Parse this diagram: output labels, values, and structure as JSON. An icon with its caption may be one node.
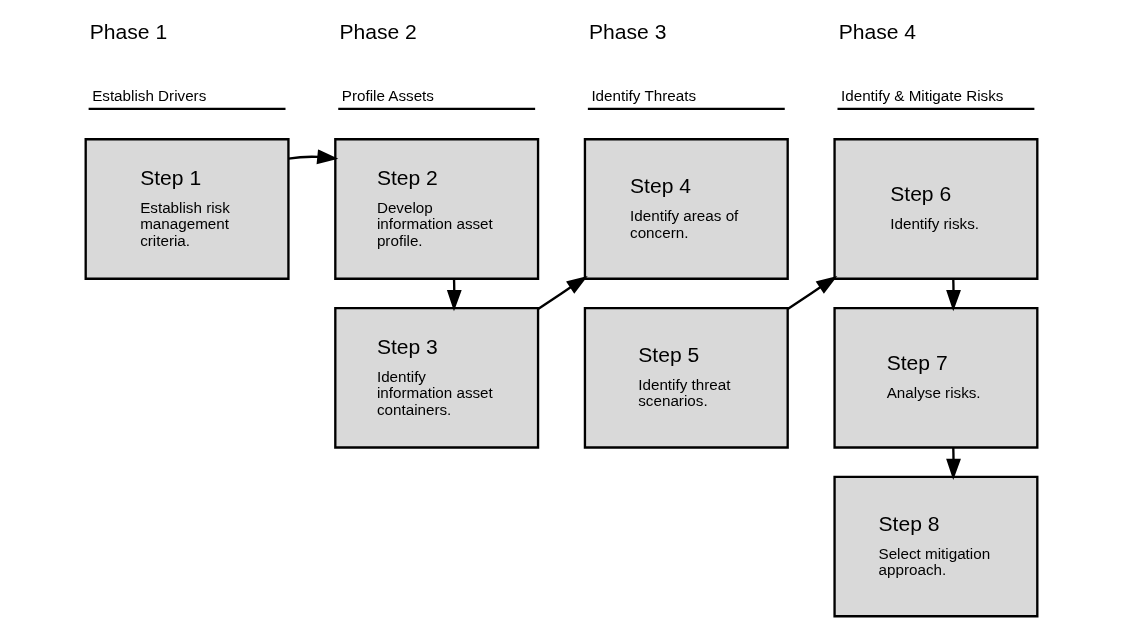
{
  "diagram": {
    "nodes": [
      {
        "text": [
          "Step 1",
          "Establish risk management criteria."
        ]
      },
      {
        "text": [
          "Step 2",
          "Develop information asset profile."
        ]
      },
      {
        "text": [
          "Step 3",
          "Identify information asset containers."
        ]
      },
      {
        "text": [
          "Step 4",
          "Identify areas of concern."
        ]
      },
      {
        "text": [
          "Step 5",
          "Identify threat scenarios."
        ]
      },
      {
        "text": [
          "Step 6",
          "Identify risks."
        ]
      },
      {
        "text": [
          "Step 7",
          "Analyse risks."
        ]
      },
      {
        "text": [
          "Step 8",
          "Select mitigation approach."
        ]
      }
    ],
    "edges": [
      {
        "from": 0,
        "to": 1,
        "arrow": "to"
      },
      {
        "from": 1,
        "to": 2,
        "arrow": "to"
      },
      {
        "from": 2,
        "to": 3,
        "arrow": "to"
      },
      {
        "from": 4,
        "to": 5,
        "arrow": "to"
      },
      {
        "from": 5,
        "to": 6,
        "arrow": "to"
      },
      {
        "from": 6,
        "to": 7,
        "arrow": "to"
      }
    ],
    "labels": [
      "Phase 1",
      "Establish Drivers",
      "Phase 2",
      "Profile Assets",
      "Phase 3",
      "Identify Threats",
      "Phase 4",
      "Identify & Mitigate Risks"
    ]
  }
}
